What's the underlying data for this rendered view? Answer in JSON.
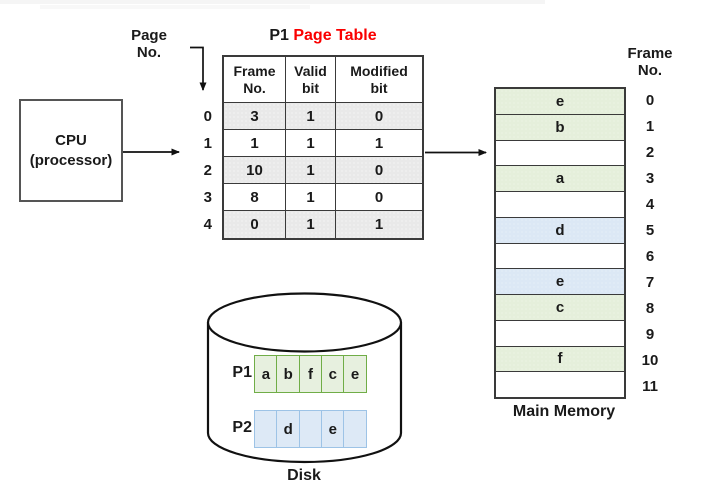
{
  "cpu": {
    "line1": "CPU",
    "line2": "(processor)"
  },
  "page_no_label": "Page\nNo.",
  "page_table": {
    "title_process": "P1",
    "title_text": "Page Table",
    "headers": [
      "Frame\nNo.",
      "Valid\nbit",
      "Modified\nbit"
    ],
    "page_numbers": [
      "0",
      "1",
      "2",
      "3",
      "4"
    ],
    "rows": [
      {
        "frame": "3",
        "valid": "1",
        "modified": "0"
      },
      {
        "frame": "1",
        "valid": "1",
        "modified": "1"
      },
      {
        "frame": "10",
        "valid": "1",
        "modified": "0"
      },
      {
        "frame": "8",
        "valid": "1",
        "modified": "0"
      },
      {
        "frame": "0",
        "valid": "1",
        "modified": "1"
      }
    ]
  },
  "main_memory": {
    "frame_no_label": "Frame\nNo.",
    "caption": "Main Memory",
    "frames": [
      {
        "no": "0",
        "content": "e",
        "fill": "green"
      },
      {
        "no": "1",
        "content": "b",
        "fill": "green"
      },
      {
        "no": "2",
        "content": "",
        "fill": "white"
      },
      {
        "no": "3",
        "content": "a",
        "fill": "green"
      },
      {
        "no": "4",
        "content": "",
        "fill": "white"
      },
      {
        "no": "5",
        "content": "d",
        "fill": "blue"
      },
      {
        "no": "6",
        "content": "",
        "fill": "white"
      },
      {
        "no": "7",
        "content": "e",
        "fill": "blue"
      },
      {
        "no": "8",
        "content": "c",
        "fill": "green"
      },
      {
        "no": "9",
        "content": "",
        "fill": "white"
      },
      {
        "no": "10",
        "content": "f",
        "fill": "green"
      },
      {
        "no": "11",
        "content": "",
        "fill": "white"
      }
    ]
  },
  "disk": {
    "caption": "Disk",
    "p1": {
      "label": "P1",
      "cells": [
        "a",
        "b",
        "f",
        "c",
        "e"
      ]
    },
    "p2": {
      "label": "P2",
      "cells": [
        "",
        "d",
        "",
        "e",
        ""
      ]
    }
  },
  "colors": {
    "title_red": "#fa0000",
    "p1_green_fill": "#e7f0df",
    "p1_green_border": "#70ad47",
    "p2_blue_fill": "#dde9f6",
    "p2_blue_border": "#9dc3e6",
    "shaded_row_gray": "#e9e9e9",
    "line_black": "#111111"
  }
}
